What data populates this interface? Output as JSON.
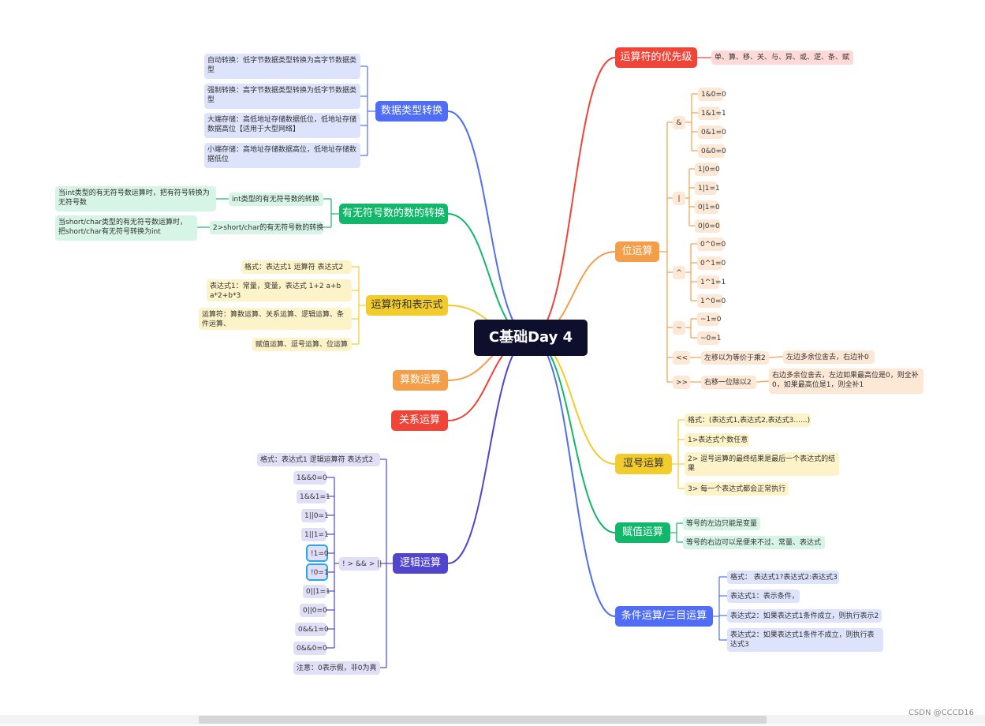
{
  "root": "C基础Day 4",
  "branches": {
    "conversion": {
      "title": "数据类型转换",
      "items": [
        "自动转换：低字节数据类型转换为高字节数据类型",
        "强制转换：高字节数据类型转换为低字节数据类型",
        "大端存储：高低地址存储数据低位，低地址存储数据高位【适用于大型网络】",
        "小端存储：高地址存储数据高位，低地址存储数据低位"
      ]
    },
    "signed": {
      "title": "有无符号数的数的转换",
      "sub": [
        "int类型的有无符号数的转换",
        "2>short/char的有无符号数的转换"
      ],
      "leaves": [
        "当int类型的有无符号数运算时，把有符号转换为无符号数",
        "当short/char类型的有无符号数运算时，把short/char有无符号转换为int"
      ]
    },
    "operators": {
      "title": "运算符和表示式",
      "items": [
        "格式：表达式1  运算符    表达式2",
        "表达式1：常量，变量，表达式    1+2     a+b     a*2+b*3",
        "运算符：算数运算、关系运算、逻辑运算、条件运算、",
        "赋值运算、逗号运算、位运算"
      ]
    },
    "arith": {
      "title": "算数运算"
    },
    "relation": {
      "title": "关系运算"
    },
    "logic": {
      "title": "逻辑运算",
      "format": "格式：表达式1  逻辑运算符   表达式2",
      "priority": "! > && > ||",
      "items": [
        "1&&0=0",
        "1&&1=1",
        "1||0=1",
        "1||1=1",
        "!1=0",
        "!0=1",
        "0||1=1",
        "0||0=0",
        "0&&1=0",
        "0&&0=0"
      ],
      "note": "注意：0表示假，非0为真"
    },
    "precedence": {
      "title": "运算符的优先级",
      "item": "单、算、移、关、与、异、或、逻、条、赋"
    },
    "bitwise": {
      "title": "位运算",
      "and": {
        "op": "&",
        "items": [
          "1&0=0",
          "1&1=1",
          "0&1=0",
          "0&0=0"
        ]
      },
      "or": {
        "op": "|",
        "items": [
          "1|0=0",
          "1|1=1",
          "0|1=0",
          "0|0=0"
        ]
      },
      "xor": {
        "op": "^",
        "items": [
          "0^0=0",
          "0^1=0",
          "1^1=1",
          "1^0=0"
        ]
      },
      "not": {
        "op": "~",
        "items": [
          "~1=0",
          "~0=1"
        ]
      },
      "shl": {
        "op": "<<",
        "desc": "左移以为等价于乘2",
        "detail": "左边多余位舍去，右边补0"
      },
      "shr": {
        "op": ">>",
        "desc": "右移一位除以2",
        "detail": "右边多余位舍去，左边如果最高位是0，则全补0，如果最高位是1，则全补1"
      }
    },
    "comma": {
      "title": "逗号运算",
      "items": [
        "格式：(表达式1,表达式2,表达式3......)",
        "1>表达式个数任意",
        "2> 逗号运算的最终结果是最后一个表达式的结果",
        "3> 每一个表达式都会正常执行"
      ]
    },
    "assign": {
      "title": "赋值运算",
      "items": [
        "等号的左边只能是变量",
        "等号的右边可以是便来不过、常量、表达式"
      ]
    },
    "ternary": {
      "title": "条件运算/三目运算",
      "items": [
        "格式：  表达式1?表达式2:表达式3",
        "表达式1：表示条件，",
        "表达式2：如果表达式1条件成立，则执行表示2",
        "表达式2：如果表达式1条件不成立，则执行表达式3"
      ]
    }
  },
  "watermark": "CSDN @CCCD16",
  "colors": {
    "blue": "#4f6ef5",
    "green": "#12b76a",
    "yellow": "#f2cc2c",
    "orange": "#f59e4a",
    "red": "#f04438",
    "purple": "#5145cd",
    "root": "#0d0f2c"
  }
}
